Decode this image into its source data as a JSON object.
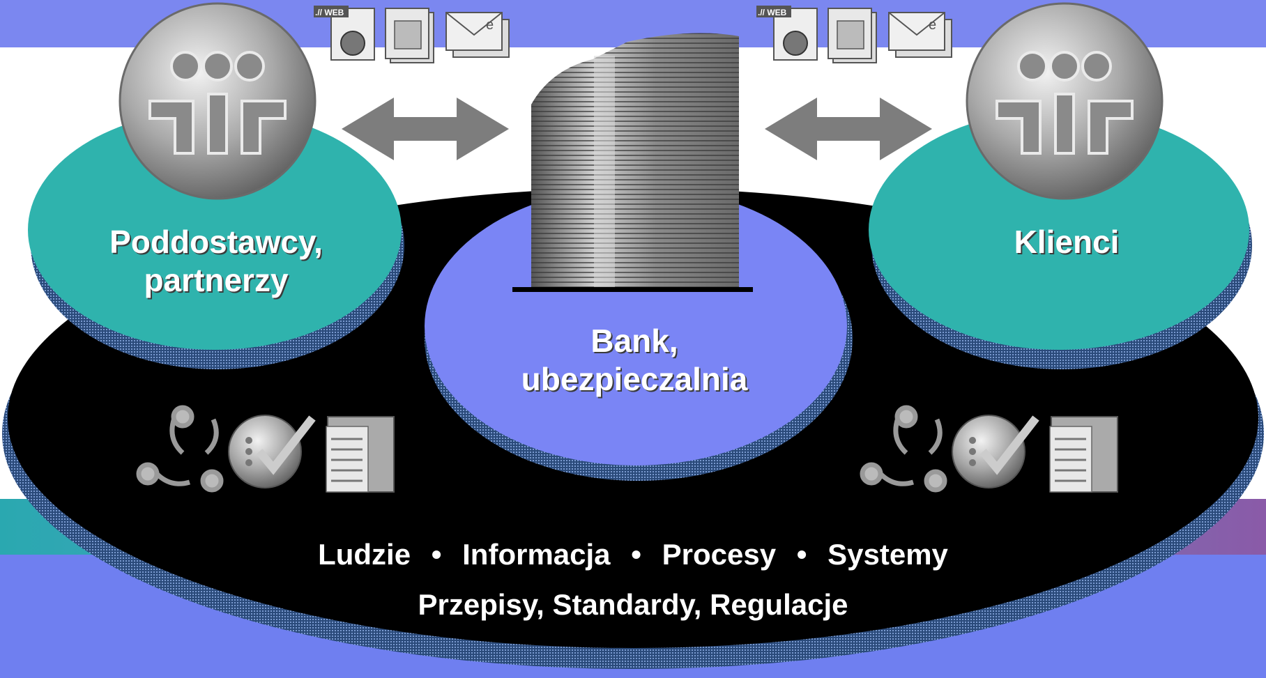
{
  "nodes": {
    "left_label_line1": "Poddostawcy,",
    "left_label_line2": "partnerzy",
    "center_label_line1": "Bank,",
    "center_label_line2": "ubezpieczalnia",
    "right_label": "Klienci"
  },
  "footer": {
    "line1_items": [
      "Ludzie",
      "Informacja",
      "Procesy",
      "Systemy"
    ],
    "separator": "•",
    "line2": "Przepisy, Standardy, Regulacje"
  },
  "doc_icons": {
    "web_tag": ".// WEB",
    "email_tag": "e"
  },
  "icons": [
    "people-icon",
    "web-document-icon",
    "spreadsheet-icon",
    "email-icon",
    "building-icon",
    "double-arrow-icon",
    "network-icon",
    "checkmark-icon",
    "server-icon"
  ],
  "colors": {
    "top_band": "#7b87f0",
    "bottom_band": "#6f7ff0",
    "teal_node": "#2fb3ad",
    "center_node": "#7a85f5",
    "base_disc": "#000000"
  }
}
